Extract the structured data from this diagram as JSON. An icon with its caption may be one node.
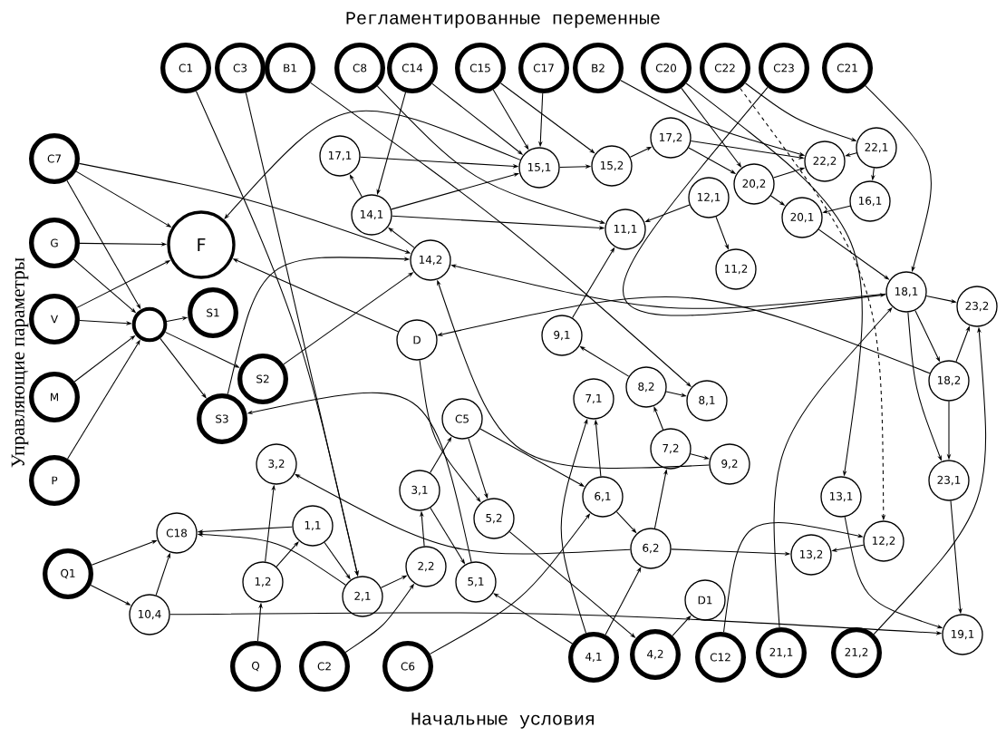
{
  "diagram": {
    "nodes": [
      {
        "text": [
          "C1"
        ]
      },
      {
        "text": [
          "C3"
        ]
      },
      {
        "text": [
          "B1"
        ]
      },
      {
        "text": [
          "C8"
        ]
      },
      {
        "text": [
          "C14"
        ]
      },
      {
        "text": [
          "C15"
        ]
      },
      {
        "text": [
          "C17"
        ]
      },
      {
        "text": [
          "B2"
        ]
      },
      {
        "text": [
          "C20"
        ]
      },
      {
        "text": [
          "C22"
        ]
      },
      {
        "text": [
          "C23"
        ]
      },
      {
        "text": [
          "C21"
        ]
      },
      {
        "text": [
          "C7"
        ]
      },
      {
        "text": [
          "G"
        ]
      },
      {
        "text": [
          "V"
        ]
      },
      {
        "text": [
          "M"
        ]
      },
      {
        "text": [
          "P"
        ]
      },
      {
        "text": [
          "Q1"
        ]
      },
      {
        "text": [
          "F"
        ]
      },
      {
        "text": [],
        "shape": "circle"
      },
      {
        "text": [
          "S1"
        ]
      },
      {
        "text": [
          "S2"
        ]
      },
      {
        "text": [
          "S3"
        ]
      },
      {
        "text": [
          "17,1"
        ]
      },
      {
        "text": [
          "14,1"
        ]
      },
      {
        "text": [
          "14,2"
        ]
      },
      {
        "text": [
          "15,1"
        ]
      },
      {
        "text": [
          "15,2"
        ]
      },
      {
        "text": [
          "17,2"
        ]
      },
      {
        "text": [
          "20,2"
        ]
      },
      {
        "text": [
          "22,2"
        ]
      },
      {
        "text": [
          "22,1"
        ]
      },
      {
        "text": [
          "16,1"
        ]
      },
      {
        "text": [
          "20,1"
        ]
      },
      {
        "text": [
          "12,1"
        ]
      },
      {
        "text": [
          "11,1"
        ]
      },
      {
        "text": [
          "11,2"
        ]
      },
      {
        "text": [
          "18,1"
        ]
      },
      {
        "text": [
          "23,2"
        ]
      },
      {
        "text": [
          "D"
        ]
      },
      {
        "text": [
          "9,1"
        ]
      },
      {
        "text": [
          "8,2"
        ]
      },
      {
        "text": [
          "8,1"
        ]
      },
      {
        "text": [
          "7,1"
        ]
      },
      {
        "text": [
          "C5"
        ]
      },
      {
        "text": [
          "7,2"
        ]
      },
      {
        "text": [
          "9,2"
        ]
      },
      {
        "text": [
          "18,2"
        ]
      },
      {
        "text": [
          "3,2"
        ]
      },
      {
        "text": [
          "3,1"
        ]
      },
      {
        "text": [
          "5,2"
        ]
      },
      {
        "text": [
          "6,1"
        ]
      },
      {
        "text": [
          "13,1"
        ]
      },
      {
        "text": [
          "23,1"
        ]
      },
      {
        "text": [
          "C18"
        ]
      },
      {
        "text": [
          "1,1"
        ]
      },
      {
        "text": [
          "12,2"
        ]
      },
      {
        "text": [
          "6,2"
        ]
      },
      {
        "text": [
          "13,2"
        ]
      },
      {
        "text": [
          "2,2"
        ]
      },
      {
        "text": [
          "5,1"
        ]
      },
      {
        "text": [
          "1,2"
        ]
      },
      {
        "text": [
          "2,1"
        ]
      },
      {
        "text": [
          "D1"
        ]
      },
      {
        "text": [
          "10,4"
        ]
      },
      {
        "text": [
          "19,1"
        ]
      },
      {
        "text": [
          "Q"
        ]
      },
      {
        "text": [
          "C2"
        ]
      },
      {
        "text": [
          "C6"
        ]
      },
      {
        "text": [
          "4,1"
        ]
      },
      {
        "text": [
          "4,2"
        ]
      },
      {
        "text": [
          "C12"
        ]
      },
      {
        "text": [
          "21,1"
        ]
      },
      {
        "text": [
          "21,2"
        ]
      }
    ],
    "edges": [
      {
        "from": 12,
        "to": 18,
        "arrow": "to"
      },
      {
        "from": 12,
        "to": 19,
        "arrow": "to"
      },
      {
        "from": 12,
        "to": 25,
        "arrow": "to"
      },
      {
        "from": 13,
        "to": 18,
        "arrow": "to"
      },
      {
        "from": 13,
        "to": 19,
        "arrow": "to"
      },
      {
        "from": 14,
        "to": 18,
        "arrow": "to"
      },
      {
        "from": 14,
        "to": 19,
        "arrow": "to"
      },
      {
        "from": 15,
        "to": 19,
        "arrow": "to"
      },
      {
        "from": 16,
        "to": 19,
        "arrow": "to"
      },
      {
        "from": 19,
        "to": 20,
        "arrow": "to"
      },
      {
        "from": 19,
        "to": 21,
        "arrow": "to"
      },
      {
        "from": 19,
        "to": 22,
        "arrow": "to"
      },
      {
        "from": 26,
        "to": 18,
        "arrow": "to"
      },
      {
        "from": 39,
        "to": 18,
        "arrow": "to"
      },
      {
        "from": 4,
        "to": 24,
        "arrow": "to"
      },
      {
        "from": 4,
        "to": 26,
        "arrow": "to"
      },
      {
        "from": 5,
        "to": 26,
        "arrow": "to"
      },
      {
        "from": 5,
        "to": 27,
        "arrow": "to"
      },
      {
        "from": 6,
        "to": 26,
        "arrow": "to"
      },
      {
        "from": 3,
        "to": 35,
        "arrow": "to"
      },
      {
        "from": 2,
        "to": 42,
        "arrow": "to"
      },
      {
        "from": 0,
        "to": 62,
        "arrow": "to"
      },
      {
        "from": 1,
        "to": 62,
        "arrow": "to"
      },
      {
        "from": 24,
        "to": 23,
        "arrow": "to"
      },
      {
        "from": 23,
        "to": 26,
        "arrow": "to"
      },
      {
        "from": 25,
        "to": 24,
        "arrow": "to"
      },
      {
        "from": 24,
        "to": 26,
        "arrow": "to"
      },
      {
        "from": 24,
        "to": 35,
        "arrow": "to"
      },
      {
        "from": 26,
        "to": 27,
        "arrow": "to"
      },
      {
        "from": 27,
        "to": 28,
        "arrow": "to"
      },
      {
        "from": 28,
        "to": 29,
        "arrow": "to"
      },
      {
        "from": 28,
        "to": 30,
        "arrow": "to"
      },
      {
        "from": 29,
        "to": 30,
        "arrow": "to"
      },
      {
        "from": 31,
        "to": 30,
        "arrow": "to"
      },
      {
        "from": 31,
        "to": 32,
        "arrow": "to"
      },
      {
        "from": 32,
        "to": 33,
        "arrow": "to"
      },
      {
        "from": 29,
        "to": 33,
        "arrow": "to"
      },
      {
        "from": 8,
        "to": 29,
        "arrow": "to"
      },
      {
        "from": 9,
        "to": 31,
        "arrow": "to"
      },
      {
        "from": 10,
        "to": 37,
        "arrow": "to"
      },
      {
        "from": 11,
        "to": 37,
        "arrow": "to"
      },
      {
        "from": 7,
        "to": 30,
        "arrow": "to"
      },
      {
        "from": 33,
        "to": 37,
        "arrow": "to"
      },
      {
        "from": 34,
        "to": 36,
        "arrow": "to"
      },
      {
        "from": 34,
        "to": 35,
        "arrow": "to"
      },
      {
        "from": 40,
        "to": 35,
        "arrow": "to"
      },
      {
        "from": 37,
        "to": 38,
        "arrow": "to"
      },
      {
        "from": 37,
        "to": 47,
        "arrow": "to"
      },
      {
        "from": 47,
        "to": 38,
        "arrow": "to"
      },
      {
        "from": 37,
        "to": 53,
        "arrow": "to"
      },
      {
        "from": 47,
        "to": 53,
        "arrow": "to"
      },
      {
        "from": 53,
        "to": 65,
        "arrow": "to"
      },
      {
        "from": 52,
        "to": 65,
        "arrow": "to"
      },
      {
        "from": 56,
        "to": 58,
        "arrow": "to"
      },
      {
        "from": 57,
        "to": 58,
        "arrow": "to"
      },
      {
        "from": 51,
        "to": 57,
        "arrow": "to"
      },
      {
        "from": 57,
        "to": 45,
        "arrow": "to"
      },
      {
        "from": 45,
        "to": 41,
        "arrow": "to"
      },
      {
        "from": 45,
        "to": 46,
        "arrow": "to"
      },
      {
        "from": 41,
        "to": 42,
        "arrow": "to"
      },
      {
        "from": 41,
        "to": 40,
        "arrow": "to"
      },
      {
        "from": 51,
        "to": 43,
        "arrow": "to"
      },
      {
        "from": 44,
        "to": 51,
        "arrow": "to"
      },
      {
        "from": 44,
        "to": 50,
        "arrow": "to"
      },
      {
        "from": 49,
        "to": 44,
        "arrow": "to"
      },
      {
        "from": 62,
        "to": 59,
        "arrow": "to"
      },
      {
        "from": 59,
        "to": 49,
        "arrow": "to"
      },
      {
        "from": 61,
        "to": 48,
        "arrow": "to"
      },
      {
        "from": 61,
        "to": 55,
        "arrow": "to"
      },
      {
        "from": 66,
        "to": 61,
        "arrow": "to"
      },
      {
        "from": 55,
        "to": 62,
        "arrow": "to"
      },
      {
        "from": 67,
        "to": 59,
        "arrow": "to"
      },
      {
        "from": 17,
        "to": 54,
        "arrow": "to"
      },
      {
        "from": 17,
        "to": 64,
        "arrow": "to"
      },
      {
        "from": 64,
        "to": 54,
        "arrow": "to"
      },
      {
        "from": 64,
        "to": 65,
        "arrow": "to"
      },
      {
        "from": 69,
        "to": 60,
        "arrow": "to"
      },
      {
        "from": 70,
        "to": 63,
        "arrow": "to"
      },
      {
        "from": 69,
        "to": 57,
        "arrow": "to"
      },
      {
        "from": 68,
        "to": 51,
        "arrow": "to"
      },
      {
        "from": 71,
        "to": 56,
        "arrow": "to"
      },
      {
        "from": 72,
        "to": 37,
        "arrow": "to"
      },
      {
        "from": 73,
        "to": 38,
        "arrow": "to"
      },
      {
        "from": 49,
        "to": 60,
        "arrow": "to"
      },
      {
        "from": 21,
        "to": 25,
        "arrow": "to"
      },
      {
        "from": 22,
        "to": 25,
        "arrow": "to"
      },
      {
        "from": 8,
        "to": 52,
        "arrow": "to"
      },
      {
        "from": 9,
        "to": 56,
        "arrow": "to",
        "style": "dashed"
      },
      {
        "from": 55,
        "to": 54,
        "arrow": "to"
      },
      {
        "from": 62,
        "to": 54,
        "arrow": "to"
      },
      {
        "from": 46,
        "to": 25,
        "arrow": "to"
      },
      {
        "from": 39,
        "to": 50,
        "arrow": "to"
      },
      {
        "from": 47,
        "to": 39,
        "arrow": "to"
      },
      {
        "from": 50,
        "to": 70,
        "arrow": "to"
      },
      {
        "from": 37,
        "to": 25,
        "arrow": "to"
      },
      {
        "from": 57,
        "to": 48,
        "arrow": "to"
      },
      {
        "from": 60,
        "to": 22,
        "arrow": "to"
      },
      {
        "from": 69,
        "to": 43,
        "arrow": "to"
      }
    ],
    "labels": [
      "Регламентированные переменные",
      "Управляющие параметры",
      "Начальные условия"
    ]
  }
}
